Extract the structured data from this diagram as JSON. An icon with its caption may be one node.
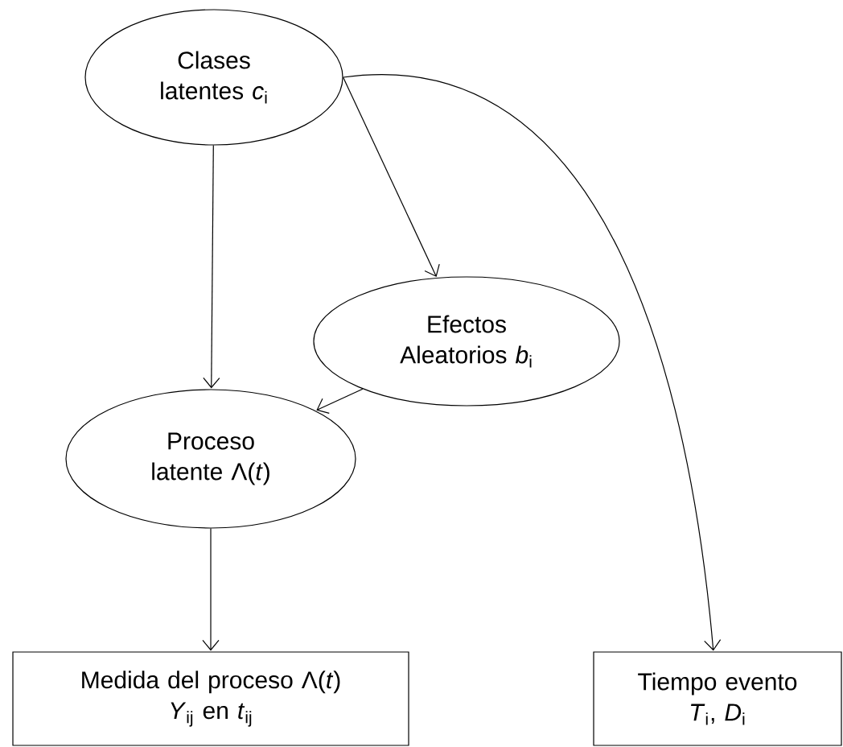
{
  "diagram": {
    "nodes": [
      {
        "text": [
          "Clases latentes *c*$_{i}$"
        ]
      },
      {
        "text": [
          "Efectos Aleatorios *b*$_{i}$"
        ]
      },
      {
        "text": [
          "Proceso latente Λ(*t*)"
        ]
      },
      {
        "text": [
          "Medida del proceso Λ(*t*)",
          "*Y*$_{ij}$ en *t*$_{ij}$"
        ]
      },
      {
        "text": [
          "Tiempo evento",
          "*T*$_{i}$, *D*$_{i}$"
        ]
      }
    ],
    "edges": [
      {
        "from": 0,
        "to": 2,
        "arrow": "to"
      },
      {
        "from": 0,
        "to": 1,
        "arrow": "to"
      },
      {
        "from": 0,
        "to": 4,
        "arrow": "to"
      },
      {
        "from": 1,
        "to": 2,
        "arrow": "to"
      },
      {
        "from": 2,
        "to": 3,
        "arrow": "to"
      }
    ]
  }
}
